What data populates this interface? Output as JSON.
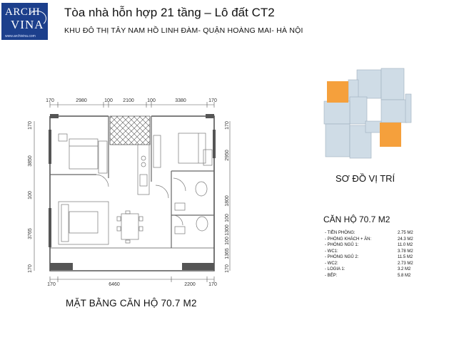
{
  "logo": {
    "line1": "ARCHI",
    "line2": "VINA",
    "website": "www.archivina.com"
  },
  "header": {
    "title": "Tòa nhà hỗn hợp 21 tầng – Lô đất CT2",
    "subtitle": "KHU ĐÔ THỊ TÂY NAM HỒ LINH ĐÀM- QUẬN HOÀNG MAI- HÀ NỘI"
  },
  "plan": {
    "caption": "MẶT BẰNG CĂN HỘ 70.7 M2",
    "dims_top": [
      "170",
      "2980",
      "100",
      "2100",
      "100",
      "3380",
      "170"
    ],
    "dims_bottom": [
      "170",
      "6460",
      "2200",
      "170"
    ],
    "dims_left": [
      "170",
      "3850",
      "100",
      "3765",
      "170"
    ],
    "dims_right": [
      "170",
      "2950",
      "1800",
      "100",
      "1300",
      "100",
      "1365",
      "170"
    ]
  },
  "location": {
    "label": "SƠ ĐỒ VỊ TRÍ",
    "highlight_color": "#f5a03c",
    "block_color": "#cfdce6"
  },
  "apartment": {
    "title": "CĂN HỘ 70.7 M2",
    "areas": [
      {
        "name": "- TIỀN PHÒNG:",
        "value": "2.75 M2"
      },
      {
        "name": "- PHÒNG KHÁCH + ĂN:",
        "value": "24.3 M2"
      },
      {
        "name": "- PHÒNG NGỦ 1:",
        "value": "11.0 M2"
      },
      {
        "name": "- WC1:",
        "value": "3.78 M2"
      },
      {
        "name": "- PHÒNG NGỦ 2:",
        "value": "11.5 M2"
      },
      {
        "name": "- WC2:",
        "value": "2.73 M2"
      },
      {
        "name": "- LOGIA 1:",
        "value": "3.2  M2"
      },
      {
        "name": "- BẾP:",
        "value": "5.8  M2"
      }
    ]
  }
}
